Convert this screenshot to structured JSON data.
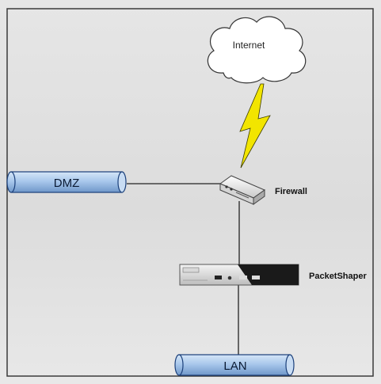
{
  "nodes": {
    "internet": {
      "label": "Internet"
    },
    "dmz": {
      "label": "DMZ"
    },
    "firewall": {
      "label": "Firewall"
    },
    "packetshaper": {
      "label": "PacketShaper"
    },
    "lan": {
      "label": "LAN"
    }
  },
  "colors": {
    "pipe_fill": "#a9c8ec",
    "pipe_stroke": "#1a3f7a",
    "lightning": "#f2e500",
    "line": "#222222",
    "frame": "#3a3a3a"
  },
  "icons": {
    "internet": "cloud-icon",
    "firewall": "router-icon",
    "packetshaper": "appliance-icon",
    "link_wan": "lightning-bolt-icon"
  }
}
